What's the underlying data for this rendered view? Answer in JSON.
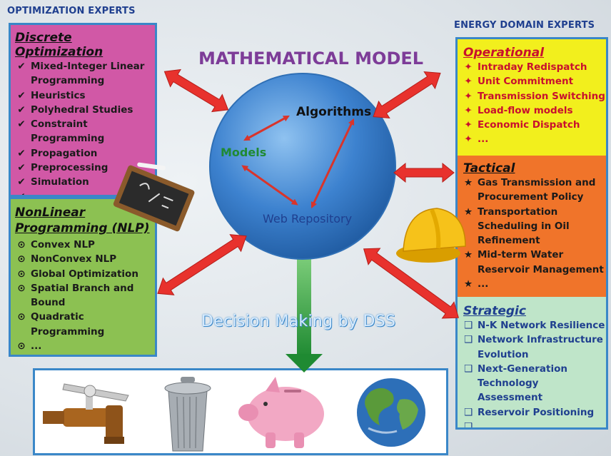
{
  "headers": {
    "left": "OPTIMIZATION EXPERTS",
    "right": "ENERGY DOMAIN EXPERTS",
    "main": "MATHEMATICAL MODEL",
    "dss": "Decision Making by DSS"
  },
  "circle": {
    "algorithms": "Algorithms",
    "models": "Models",
    "repository": "Web Repository"
  },
  "discrete": {
    "title": "Discrete Optimization",
    "items": [
      {
        "t": "Mixed-Integer Linear"
      },
      {
        "t": "Programming"
      },
      {
        "t": "Heuristics"
      },
      {
        "t": "Polyhedral Studies"
      },
      {
        "t": "Constraint"
      },
      {
        "t": "Programming"
      },
      {
        "t": "Propagation"
      },
      {
        "t": "Preprocessing"
      },
      {
        "t": "Simulation"
      },
      {
        "t": "..."
      }
    ]
  },
  "nlp": {
    "title1": "NonLinear",
    "title2": "Programming (NLP)",
    "items": [
      {
        "t": "Convex NLP"
      },
      {
        "t": "NonConvex NLP"
      },
      {
        "t": "Global Optimization"
      },
      {
        "t": "Spatial Branch and"
      },
      {
        "t": "Bound"
      },
      {
        "t": "Quadratic"
      },
      {
        "t": "Programming"
      },
      {
        "t": "..."
      }
    ]
  },
  "operational": {
    "title": "Operational",
    "items": [
      {
        "t": "Intraday Redispatch"
      },
      {
        "t": "Unit Commitment"
      },
      {
        "t": "Transmission Switching"
      },
      {
        "t": "Load-flow models"
      },
      {
        "t": "Economic Dispatch"
      },
      {
        "t": "..."
      }
    ]
  },
  "tactical": {
    "title": "Tactical",
    "items": [
      {
        "t": "Gas Transmission and"
      },
      {
        "t": "Procurement Policy"
      },
      {
        "t": "Transportation"
      },
      {
        "t": "Scheduling in Oil"
      },
      {
        "t": "Refinement"
      },
      {
        "t": "Mid-term Water"
      },
      {
        "t": "Reservoir Management"
      },
      {
        "t": "..."
      }
    ]
  },
  "strategic": {
    "title": "Strategic",
    "items": [
      {
        "t": "N-K Network Resilience"
      },
      {
        "t": "Network Infrastructure"
      },
      {
        "t": "Evolution"
      },
      {
        "t": "Next-Generation"
      },
      {
        "t": "Technology Assessment"
      },
      {
        "t": "Reservoir Positioning"
      },
      {
        "t": "..."
      }
    ]
  },
  "icons": [
    "chalkboard-icon",
    "hard-hat-icon",
    "water-tap-icon",
    "trash-can-icon",
    "piggy-bank-icon",
    "earth-globe-icon"
  ],
  "colors": {
    "discrete_bg": "#d158a6",
    "nlp_bg": "#8cc152",
    "operational_bg": "#f2ef1d",
    "tactical_bg": "#f0742a",
    "strategic_bg": "#bfe5c9",
    "sphere": "#3d82cf",
    "arrow_red": "#e8322d",
    "arrow_green": "#2c9a3c",
    "header_blue": "#1f3f8f",
    "model_purple": "#7d3c98"
  }
}
